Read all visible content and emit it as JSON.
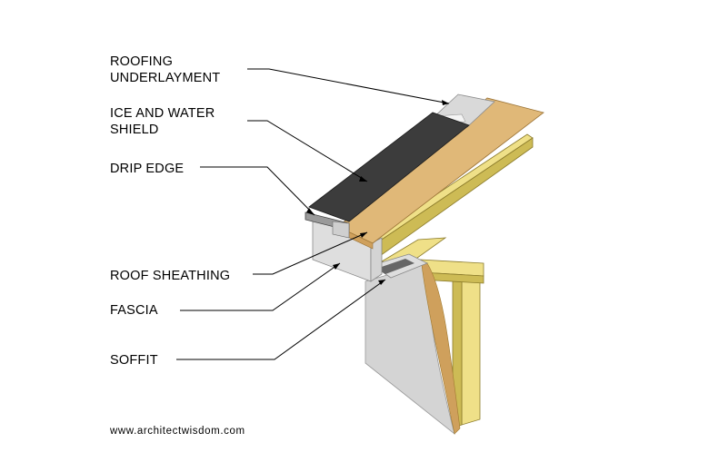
{
  "labels": {
    "roofing_underlayment": [
      "ROOFING",
      "UNDERLAYMENT"
    ],
    "ice_and_water_shield": [
      "ICE AND WATER",
      "SHIELD"
    ],
    "drip_edge": "DRIP EDGE",
    "roof_sheathing": "ROOF SHEATHING",
    "fascia": "FASCIA",
    "soffit": "SOFFIT"
  },
  "credit": "www.architectwisdom.com",
  "colors": {
    "sheathing": "#e0b878",
    "sheathing_edge": "#cfa05c",
    "underlayment": "#d9d9d9",
    "ice_shield": "#3c3c3c",
    "rafter": "#efe088",
    "rafter_dark": "#cdbb55",
    "wall_finish": "#d4d4d4",
    "fascia": "#dedede",
    "drip_edge": "#9a9a9a"
  }
}
